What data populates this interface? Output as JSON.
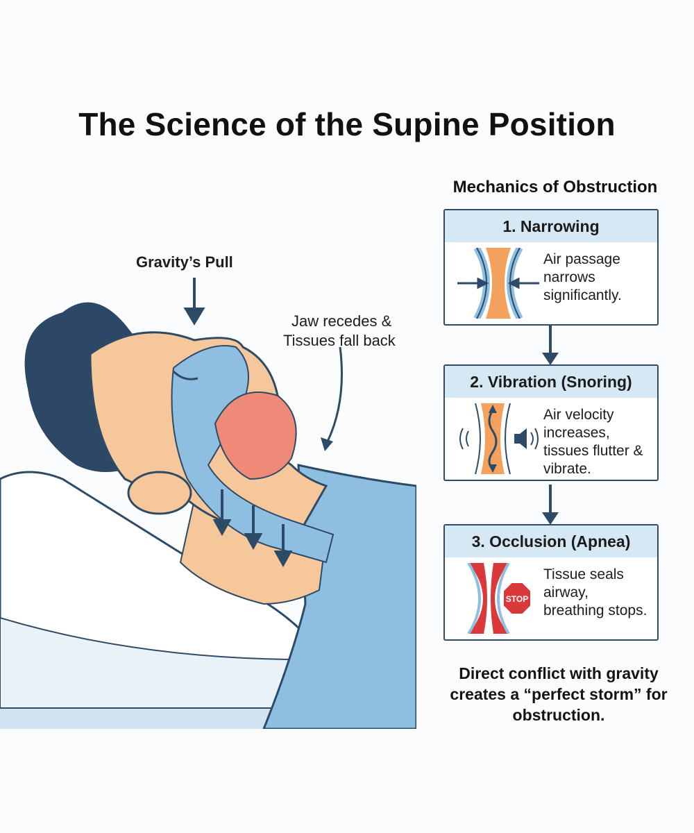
{
  "title": "The Science of the Supine Position",
  "illustration": {
    "gravity_label": "Gravity’s Pull",
    "jaw_label_line1": "Jaw recedes &",
    "jaw_label_line2": "Tissues fall back"
  },
  "mechanics": {
    "title": "Mechanics of Obstruction",
    "steps": [
      {
        "heading": "1. Narrowing",
        "text": "Air passage narrows significantly.",
        "icon": "narrowing-airway-icon"
      },
      {
        "heading": "2. Vibration (Snoring)",
        "text": "Air velocity increases, tissues flutter & vibrate.",
        "icon": "vibrating-airway-icon"
      },
      {
        "heading": "3. Occlusion (Apnea)",
        "text": "Tissue seals airway, breathing stops.",
        "icon": "occluded-airway-icon",
        "stop_sign": "STOP"
      }
    ],
    "conclusion": "Direct conflict with gravity creates a “perfect storm” for obstruction."
  },
  "colors": {
    "navy": "#2d4a66",
    "header_blue": "#d6e8f4",
    "skin": "#f6c79a",
    "airway_blue": "#8fbfe0",
    "orange": "#f3a15c",
    "red": "#d9393a"
  }
}
